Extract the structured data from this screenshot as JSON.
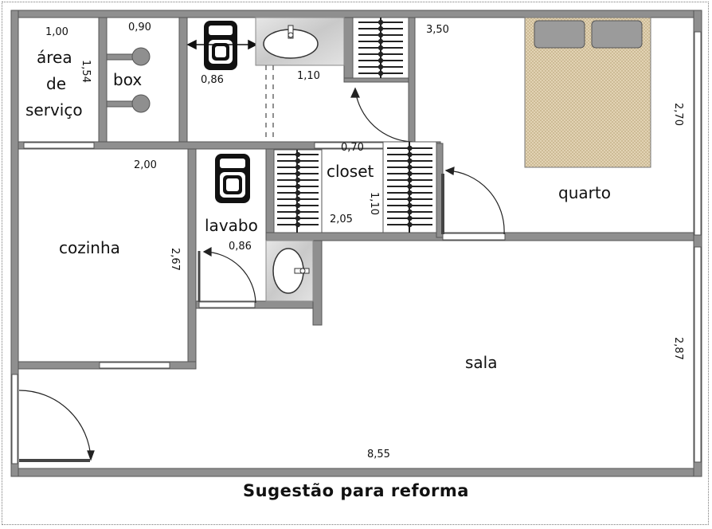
{
  "plan": {
    "caption": "Sugestão para reforma",
    "rooms": {
      "area_servico_line1": "área",
      "area_servico_line2": "de",
      "area_servico_line3": "serviço",
      "box": "box",
      "closet": "closet",
      "quarto": "quarto",
      "lavabo": "lavabo",
      "cozinha": "cozinha",
      "sala": "sala"
    },
    "dimensions": {
      "area_servico_width": "1,00",
      "area_servico_height": "1,54",
      "box_width": "0,90",
      "bath_toilet_width": "0,86",
      "bath_sink_width": "1,10",
      "quarto_width": "3,50",
      "quarto_height": "2,70",
      "closet_door": "0,70",
      "closet_width": "2,05",
      "closet_height": "1,10",
      "cozinha_width": "2,00",
      "cozinha_height": "2,67",
      "lavabo_width": "0,86",
      "sala_height": "2,87",
      "total_width": "8,55"
    },
    "colors": {
      "wall": "#8f8f8f",
      "wall_edge": "#555555",
      "bed_fill": "#dfcfae",
      "pillow": "#9b9b9b",
      "marble": "#d6d6d6"
    }
  }
}
